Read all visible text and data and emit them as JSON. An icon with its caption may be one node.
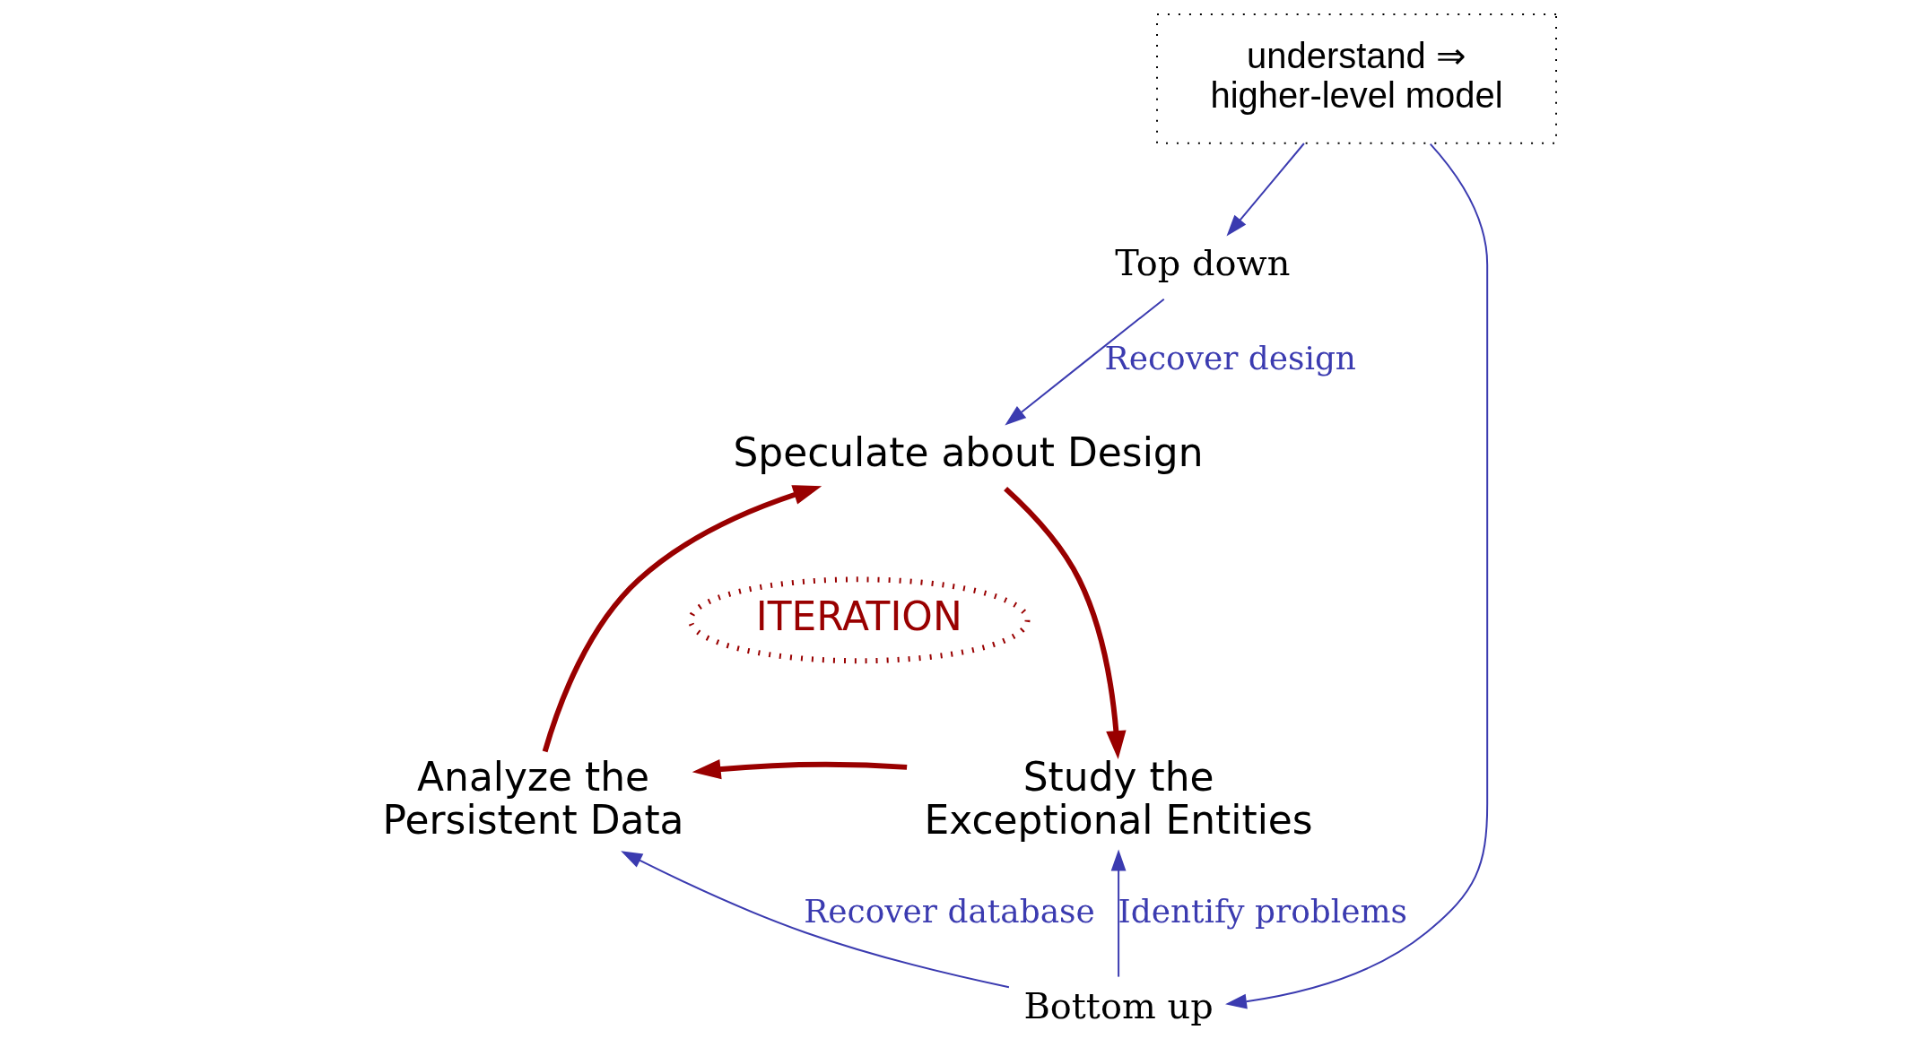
{
  "diagram": {
    "nodes": [
      {
        "text": [
          "understand ⇒ higher-level model"
        ]
      },
      {
        "text": [
          "Top down"
        ]
      },
      {
        "text": [
          "Speculate about Design"
        ]
      },
      {
        "text": [
          "ITERATION"
        ]
      },
      {
        "text": [
          "Analyze the Persistent Data"
        ]
      },
      {
        "text": [
          "Study the Exceptional Entities"
        ]
      },
      {
        "text": [
          "Bottom up"
        ]
      }
    ],
    "edges": [
      {
        "from": 0,
        "to": 1,
        "arrow": "to"
      },
      {
        "from": 1,
        "to": 2,
        "arrow": "to",
        "label": "Recover design"
      },
      {
        "from": 2,
        "to": 5,
        "arrow": "to",
        "style": "thick",
        "color": "#990000"
      },
      {
        "from": 5,
        "to": 4,
        "arrow": "to",
        "style": "thick",
        "color": "#990000"
      },
      {
        "from": 4,
        "to": 2,
        "arrow": "to",
        "style": "thick",
        "color": "#990000"
      },
      {
        "from": 6,
        "to": 4,
        "arrow": "to",
        "label": "Recover database"
      },
      {
        "from": 6,
        "to": 5,
        "arrow": "to",
        "label": "Identify problems"
      },
      {
        "from": 0,
        "to": 6,
        "arrow": "to"
      }
    ]
  }
}
